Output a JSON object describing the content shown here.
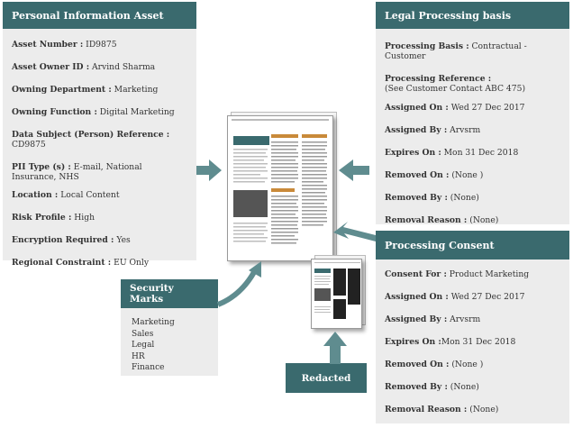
{
  "personal_info_asset": {
    "title": "Personal Information Asset",
    "rows": [
      {
        "label": "Asset Number :",
        "value": " ID9875"
      },
      {
        "label": "Asset Owner ID :",
        "value": " Arvind Sharma"
      },
      {
        "label": "Owning Department :",
        "value": " Marketing"
      },
      {
        "label": "Owning Function :",
        "value": " Digital Marketing"
      },
      {
        "label": "Data Subject (Person) Reference :",
        "value": " CD9875"
      },
      {
        "label": "PII Type (s) :",
        "value": " E-mail, National Insurance, NHS"
      },
      {
        "label": "Location :",
        "value": " Local Content"
      },
      {
        "label": "Risk Profile :",
        "value": " High"
      },
      {
        "label": "Encryption Required :",
        "value": " Yes"
      },
      {
        "label": "Regional Constraint :",
        "value": " EU Only"
      }
    ]
  },
  "legal_processing_basis": {
    "title": "Legal Processing basis",
    "rows": [
      {
        "label": "Processing Basis :",
        "value": " Contractual -Customer"
      },
      {
        "label": "Processing Reference :",
        "value": "(See Customer Contact  ABC 475)"
      },
      {
        "label": "Assigned On :",
        "value": " Wed  27 Dec 2017"
      },
      {
        "label": "Assigned By :",
        "value": " Arvsrm"
      },
      {
        "label": "Expires On :",
        "value": " Mon 31 Dec 2018"
      },
      {
        "label": "Removed On :",
        "value": " (None )"
      },
      {
        "label": "Removed By :",
        "value": " (None)"
      },
      {
        "label": "Removal Reason :",
        "value": " (None)"
      }
    ]
  },
  "processing_consent": {
    "title": "Processing Consent",
    "rows": [
      {
        "label": "Consent For :",
        "value": " Product Marketing"
      },
      {
        "label": "Assigned On :",
        "value": "  Wed  27 Dec 2017"
      },
      {
        "label": "Assigned By :",
        "value": " Arvsrm"
      },
      {
        "label": "Expires On :",
        "value": "Mon 31 Dec 2018"
      },
      {
        "label": "Removed On :",
        "value": " (None )"
      },
      {
        "label": "Removed By :",
        "value": " (None)"
      },
      {
        "label": "Removal Reason :",
        "value": " (None)"
      }
    ]
  },
  "security_marks": {
    "title": "Security Marks",
    "items": [
      "Marketing",
      "Sales",
      "Legal",
      "HR",
      "Finance"
    ]
  },
  "redacted": {
    "label": "Redacted"
  },
  "colors": {
    "header": "#3a6a6e",
    "card": "#ececec",
    "arrow": "#5f8c8f"
  }
}
